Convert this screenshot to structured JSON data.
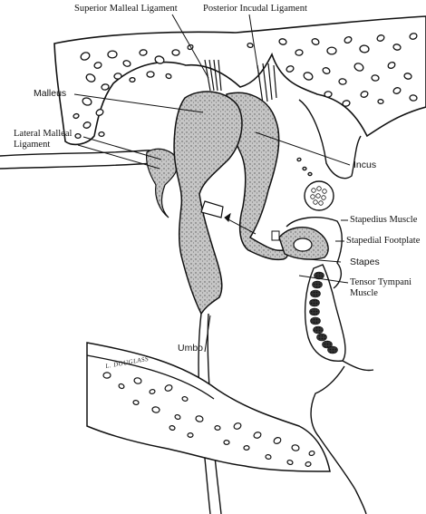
{
  "labels": {
    "superior_malleal_ligament": "Superior Malleal Ligament",
    "posterior_incudal_ligament": "Posterior Incudal Ligament",
    "malleus": "Malleus",
    "lateral_malleal_ligament_1": "Lateral Malleal",
    "lateral_malleal_ligament_2": "Ligament",
    "incus": "Incus",
    "stapedius_muscle": "Stapedius Muscle",
    "stapedial_footplate": "Stapedial Footplate",
    "stapes": "Stapes",
    "tensor_tympani_1": "Tensor Tympani",
    "tensor_tympani_2": "Muscle",
    "umbo": "Umbo"
  },
  "signature": "L. DOUGLASS",
  "colors": {
    "ink": "#111111",
    "bone_fill": "#ffffff",
    "ossicle_fill": "#bdbdbd",
    "background": "#ffffff"
  }
}
